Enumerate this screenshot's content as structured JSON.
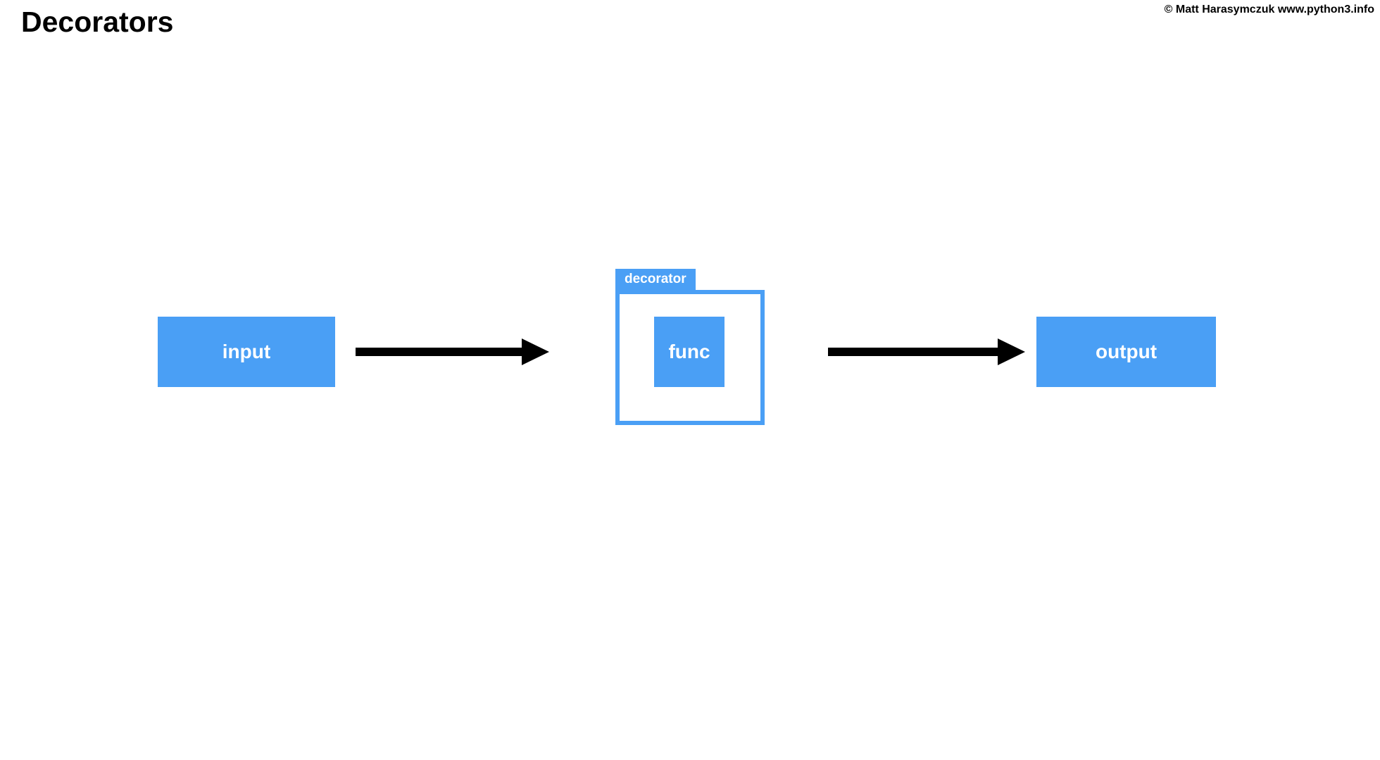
{
  "page": {
    "title": "Decorators",
    "copyright": "© Matt Harasymczuk www.python3.info"
  },
  "diagram": {
    "type": "flow",
    "flow_order": [
      "input",
      "decorator",
      "output"
    ],
    "nodes": {
      "input": {
        "label": "input"
      },
      "decorator": {
        "label": "decorator",
        "contains": "func"
      },
      "func": {
        "label": "func"
      },
      "output": {
        "label": "output"
      }
    },
    "arrows": [
      {
        "from": "input",
        "to": "decorator",
        "direction": "right"
      },
      {
        "from": "decorator",
        "to": "output",
        "direction": "right"
      }
    ],
    "colors": {
      "accent_blue": "#4A9FF5",
      "arrow_black": "#000000",
      "node_text": "#ffffff",
      "background": "#ffffff"
    }
  }
}
